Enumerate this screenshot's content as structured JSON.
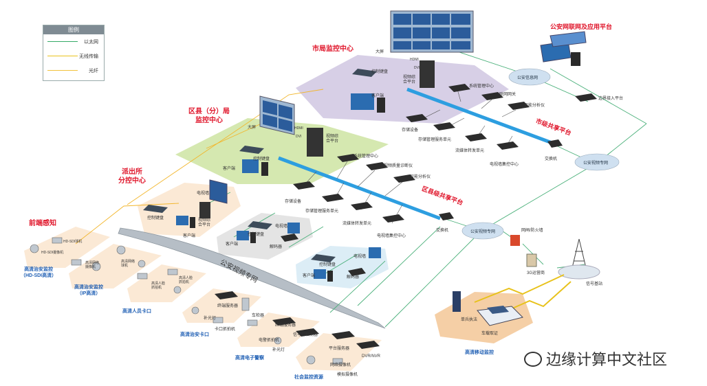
{
  "legend": {
    "title": "图例",
    "items": [
      {
        "label": "以太网",
        "color": "#33aa66"
      },
      {
        "label": "无线传输",
        "color": "#e8c21b"
      },
      {
        "label": "光纤",
        "color": "#f2c23a"
      }
    ]
  },
  "zones": {
    "city_center": "市局监控中心",
    "county_center": "区县（分）局\n监控中心",
    "police_station": "派出所\n分控中心",
    "frontend": "前端感知",
    "public_app": "公安网联网及应用平台",
    "city_share": "市级共享平台",
    "county_share": "区县级共享平台"
  },
  "networks": {
    "video_private_main": "公安视频专网",
    "public_net": "公安信息网",
    "video_private_right": "公安视频专网",
    "video_private_mid": "公安视频专网"
  },
  "city_labels": {
    "screen": "大屏",
    "hdmi": "HDMI",
    "dvi": "DVI",
    "keyboard": "控制键盘",
    "video_platform": "视频综\n合平台",
    "client": "客户端",
    "sys_mgmt": "系统管理中心",
    "gateway": "联网网关",
    "smart_analysis": "智能分析仪",
    "storage": "存储设备",
    "storage_mgmt": "存储管理服务单元",
    "stream_unit": "流媒体转发单元",
    "wall_ctrl": "电视墙集控中心",
    "switch": "交换机",
    "border_access": "边界接入平台"
  },
  "county_labels": {
    "screen": "大屏",
    "hdmi": "HDMI",
    "dvi": "DVI",
    "video_platform": "视频综\n合平台",
    "keyboard": "控制键盘",
    "client": "客户端",
    "sys_mgmt": "系统管理中心",
    "quality_diag": "视频质量诊断仪",
    "smart_analysis": "智能分析仪",
    "storage": "存储设备",
    "storage_mgmt": "存储管理服务单元",
    "stream_unit": "流媒体转发单元",
    "wall_ctrl": "电视墙集控中心",
    "switch": "交换机"
  },
  "station_labels": {
    "tv_wall": "电视墙",
    "keyboard": "控制键盘",
    "video_platform": "视频综\n合平台",
    "client": "客户端"
  },
  "decoder_group1": {
    "tv_wall": "电视墙",
    "keyboard": "控制键盘",
    "client": "客户端",
    "decoder": "解码器"
  },
  "decoder_group2": {
    "keyboard": "控制键盘",
    "tv_wall": "电视墙",
    "client": "客户端",
    "decoder": "解码器"
  },
  "frontend_labels": {
    "hdsdi_cam": "HD-SDI摄像机",
    "hdsdi_ball": "HD-SDI球机",
    "hd_sdi_group": "高清治安监控\n（HD-SDI高清）",
    "ip_cam": "高清网络\n摄像机",
    "ip_ball": "高清网络\n球机",
    "ip_group": "高清治安监控\n（IP高清）",
    "face_cam": "高清人脸\n抓拍机",
    "face_ball": "高清人脸\n抓拍机",
    "person_gate": "高清人员卡口",
    "term_server": "终端服务器",
    "plate_cam": "车检器",
    "fill_light": "补光灯",
    "gate_cam": "卡口抓拍机",
    "security_gate": "高清治安卡口",
    "term_server2": "终端服务器",
    "light_detector": "信号灯检测器",
    "police_cam": "电警抓拍机",
    "fill_light2": "补光灯",
    "e_police": "高清电子警察",
    "platform_server": "平台服务器",
    "dvr": "DVR/NVR",
    "net_cam": "网络摄像机",
    "analog_cam": "模拟摄像机",
    "social": "社会监控资源"
  },
  "right_labels": {
    "firewall": "网闸/防火墙",
    "g3": "3G运营商",
    "base_station": "信号基站",
    "mobile_enforce": "单兵执法",
    "vehicle": "车载取证",
    "mobile_group": "高清移动监控"
  },
  "watermark": "边缘计算中文社区"
}
